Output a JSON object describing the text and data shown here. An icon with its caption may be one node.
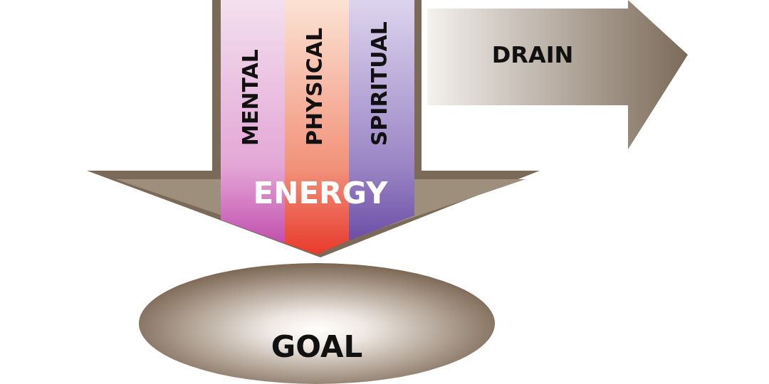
{
  "diagram": {
    "nodes": [
      {
        "text": [
          "ENERGY"
        ]
      },
      {
        "text": [
          "MENTAL"
        ],
        "in": 0
      },
      {
        "text": [
          "PHYSICAL"
        ],
        "in": 0
      },
      {
        "text": [
          "SPIRITUAL"
        ],
        "in": 0
      },
      {
        "text": [
          "DRAIN"
        ]
      },
      {
        "text": [
          "GOAL"
        ]
      }
    ]
  }
}
